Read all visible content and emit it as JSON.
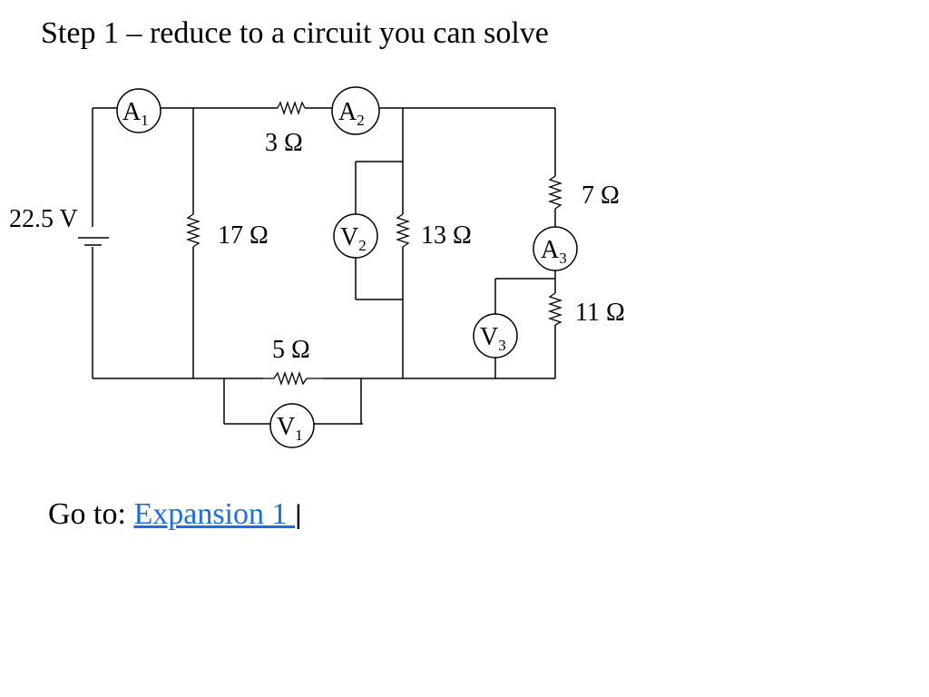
{
  "slide": {
    "title": "Step 1 – reduce to a circuit you can solve"
  },
  "circuit": {
    "source_label": "22.5 V",
    "resistors": {
      "r3": "3 Ω",
      "r17": "17 Ω",
      "r13": "13 Ω",
      "r7": "7 Ω",
      "r11": "11 Ω",
      "r5": "5 Ω"
    },
    "meters": {
      "a1": {
        "letter": "A",
        "sub": "1"
      },
      "a2": {
        "letter": "A",
        "sub": "2"
      },
      "a3": {
        "letter": "A",
        "sub": "3"
      },
      "v1": {
        "letter": "V",
        "sub": "1"
      },
      "v2": {
        "letter": "V",
        "sub": "2"
      },
      "v3": {
        "letter": "V",
        "sub": "3"
      }
    }
  },
  "nav": {
    "prefix": "Go to: ",
    "link_label": "Expansion 1 ",
    "separator": "|"
  }
}
